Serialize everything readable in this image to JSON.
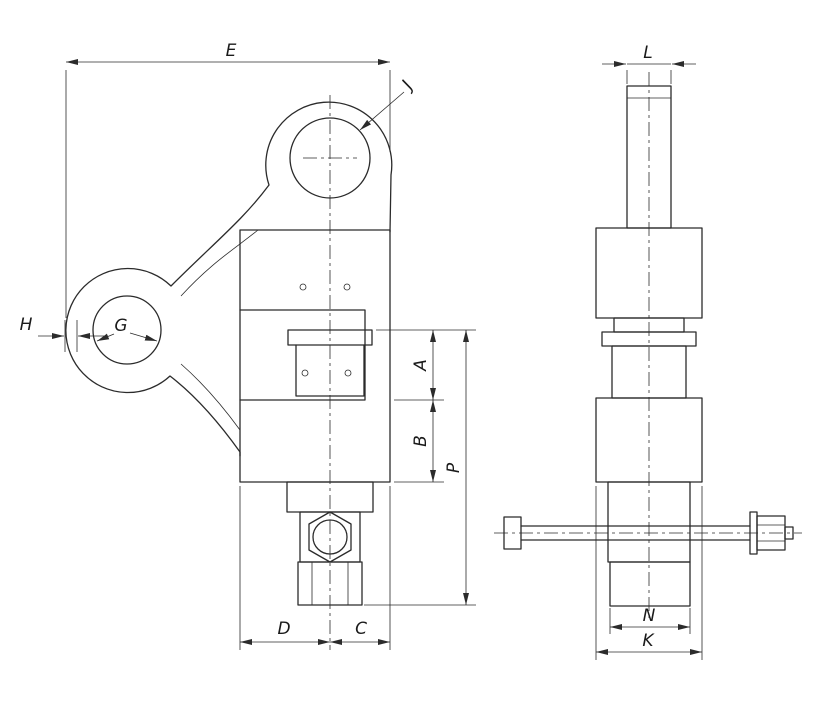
{
  "drawing": {
    "description": "Two-view dimensioned engineering drawing of a plate lifting clamp with screw",
    "colors": {
      "line": "#2b2b2b",
      "background": "#ffffff"
    },
    "views": {
      "front": {
        "dimension_labels": [
          "E",
          "J",
          "H",
          "G",
          "A",
          "B",
          "P",
          "D",
          "C"
        ]
      },
      "side": {
        "dimension_labels": [
          "L",
          "N",
          "K"
        ]
      }
    },
    "labels": {
      "E": "E",
      "J": "J",
      "H": "H",
      "G": "G",
      "A": "A",
      "B": "B",
      "P": "P",
      "D": "D",
      "C": "C",
      "L": "L",
      "N": "N",
      "K": "K"
    }
  }
}
